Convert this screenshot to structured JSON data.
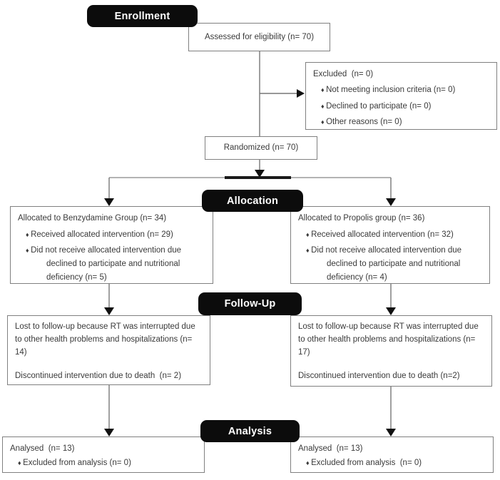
{
  "colors": {
    "badge_bg": "#0c0c0c",
    "badge_text": "#ffffff",
    "box_border": "#808080",
    "connector_line": "#767676",
    "arrowhead": "#111111",
    "text": "#3a3a3a",
    "background": "#ffffff"
  },
  "badges": {
    "enrollment": "Enrollment",
    "allocation": "Allocation",
    "follow_up": "Follow-Up",
    "analysis": "Analysis"
  },
  "boxes": {
    "assessed": {
      "text": "Assessed for eligibility (n= 70)"
    },
    "excluded": {
      "title": "Excluded  (n= 0)",
      "bullets": [
        "Not meeting inclusion criteria (n= 0)",
        "Declined to participate (n= 0)",
        "Other reasons (n= 0)"
      ]
    },
    "randomized": {
      "text": "Randomized (n= 70)"
    },
    "allocation_left": {
      "title": "Allocated to Benzydamine Group (n= 34)",
      "bullets": [
        "Received allocated intervention (n= 29)",
        "Did not receive allocated intervention due declined to participate and nutritional deficiency (n= 5)"
      ]
    },
    "allocation_right": {
      "title": "Allocated to Propolis group (n= 36)",
      "bullets": [
        "Received allocated intervention (n= 32)",
        "Did not receive allocated intervention due declined to participate and nutritional deficiency (n= 4)"
      ]
    },
    "followup_left": {
      "lost": "Lost to follow-up because RT was interrupted due to other health problems and hospitalizations (n= 14)",
      "discontinued": "Discontinued intervention due to death  (n= 2)"
    },
    "followup_right": {
      "lost": "Lost to follow-up because RT was interrupted due to other health problems and hospitalizations (n= 17)",
      "discontinued": "Discontinued intervention due to death (n=2)"
    },
    "analysis_left": {
      "title": "Analysed  (n= 13)",
      "bullets": [
        "Excluded from analysis (n= 0)"
      ]
    },
    "analysis_right": {
      "title": "Analysed  (n= 13)",
      "bullets": [
        "Excluded from analysis  (n= 0)"
      ]
    }
  }
}
